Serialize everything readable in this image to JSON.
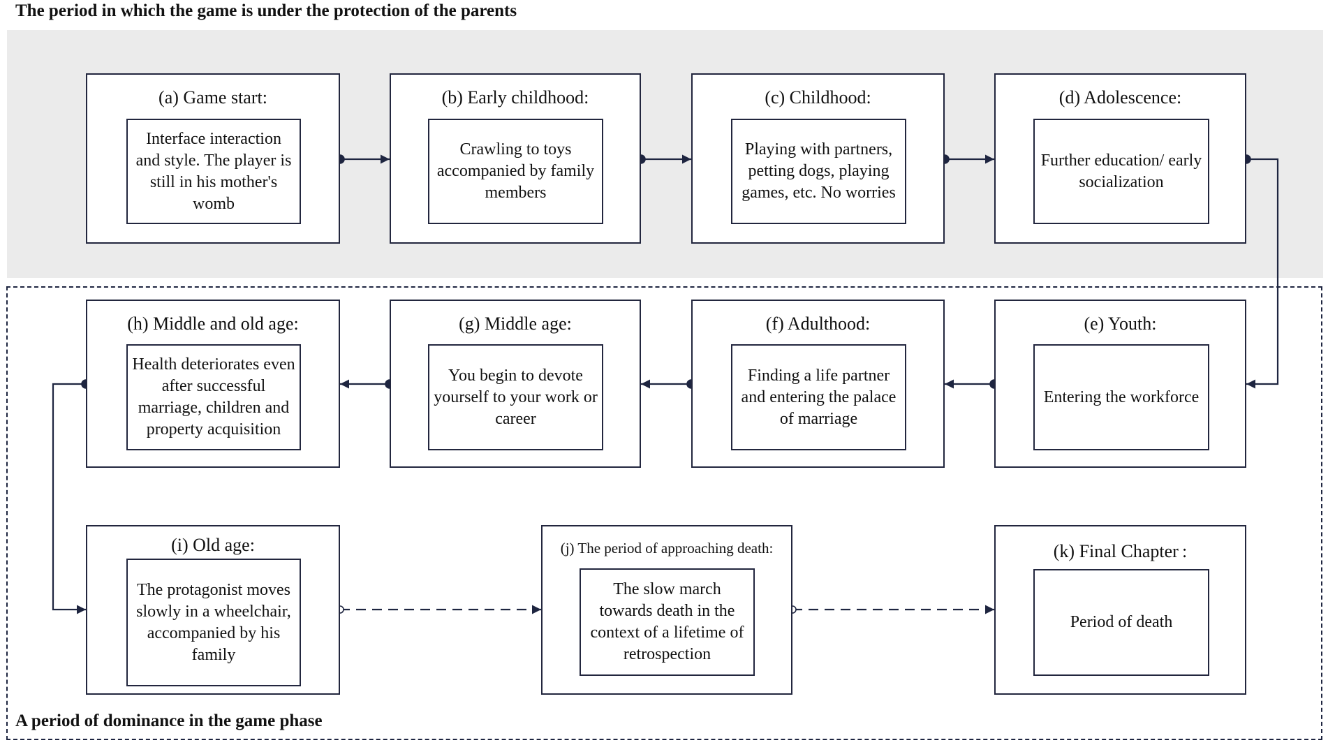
{
  "periods": {
    "parental_protection": "The period in which the game is under the protection of the parents",
    "dominance": "A period of dominance in the game phase"
  },
  "stages": [
    {
      "id": "a",
      "label": "(a) Game start:",
      "description": "Interface interaction and style. The player is still in his mother's womb"
    },
    {
      "id": "b",
      "label": "(b) Early childhood:",
      "description": "Crawling to toys accompanied by family members"
    },
    {
      "id": "c",
      "label": "(c) Childhood:",
      "description": "Playing with partners, petting dogs, playing games, etc. No worries"
    },
    {
      "id": "d",
      "label": "(d) Adolescence:",
      "description": "Further education/ early socialization"
    },
    {
      "id": "e",
      "label": "(e) Youth:",
      "description": "Entering the workforce"
    },
    {
      "id": "f",
      "label": "(f) Adulthood:",
      "description": "Finding a life partner and entering the palace of marriage"
    },
    {
      "id": "g",
      "label": "(g) Middle age:",
      "description": "You begin to devote yourself to your work or career"
    },
    {
      "id": "h",
      "label": "(h) Middle and old age:",
      "description": "Health deteriorates even after successful marriage, children and property acquisition"
    },
    {
      "id": "i",
      "label": "(i) Old age:",
      "description": "The protagonist moves slowly in a wheelchair, accompanied by his family"
    },
    {
      "id": "j",
      "label": "(j) The period of approaching death:",
      "description": "The slow march towards death in the context of a lifetime of retrospection"
    },
    {
      "id": "k",
      "label": "(k) Final Chapter :",
      "description": "Period of death"
    }
  ],
  "connections": [
    {
      "from": "a",
      "to": "b",
      "style": "solid"
    },
    {
      "from": "b",
      "to": "c",
      "style": "solid"
    },
    {
      "from": "c",
      "to": "d",
      "style": "solid"
    },
    {
      "from": "d",
      "to": "e",
      "style": "solid"
    },
    {
      "from": "e",
      "to": "f",
      "style": "solid"
    },
    {
      "from": "f",
      "to": "g",
      "style": "solid"
    },
    {
      "from": "g",
      "to": "h",
      "style": "solid"
    },
    {
      "from": "h",
      "to": "i",
      "style": "solid"
    },
    {
      "from": "i",
      "to": "j",
      "style": "dashed"
    },
    {
      "from": "j",
      "to": "k",
      "style": "dashed"
    }
  ],
  "colors": {
    "line": "#1e2540",
    "grey_panel": "#ebebeb"
  }
}
